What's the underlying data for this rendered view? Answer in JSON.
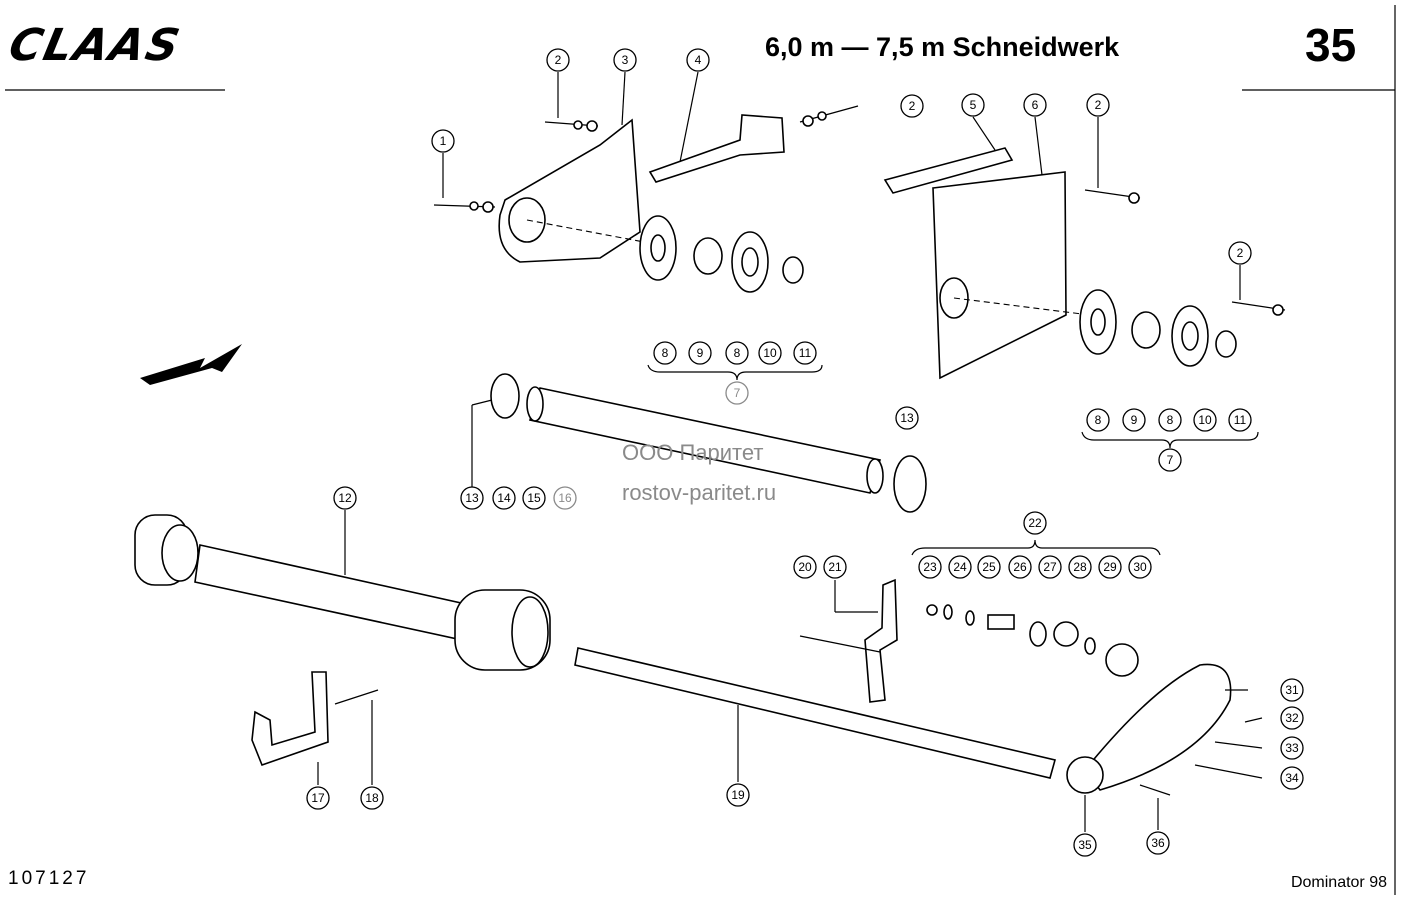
{
  "header": {
    "brand": "CLAAS",
    "title": "6,0 m — 7,5 m Schneidwerk",
    "page_number": "35"
  },
  "footer": {
    "drawing_number": "107127",
    "model": "Dominator 98"
  },
  "watermark": {
    "line1": "ООО Паритет",
    "line2": "rostov-paritet.ru"
  },
  "callouts": [
    {
      "id": "c1",
      "label": "1"
    },
    {
      "id": "c2a",
      "label": "2"
    },
    {
      "id": "c3",
      "label": "3"
    },
    {
      "id": "c4",
      "label": "4"
    },
    {
      "id": "c2b",
      "label": "2"
    },
    {
      "id": "c5",
      "label": "5"
    },
    {
      "id": "c6",
      "label": "6"
    },
    {
      "id": "c2c",
      "label": "2"
    },
    {
      "id": "c2d",
      "label": "2"
    },
    {
      "id": "c8a",
      "label": "8"
    },
    {
      "id": "c9a",
      "label": "9"
    },
    {
      "id": "c8b",
      "label": "8"
    },
    {
      "id": "c10a",
      "label": "10"
    },
    {
      "id": "c11a",
      "label": "11"
    },
    {
      "id": "c7a",
      "label": "7"
    },
    {
      "id": "c8c",
      "label": "8"
    },
    {
      "id": "c9b",
      "label": "9"
    },
    {
      "id": "c8d",
      "label": "8"
    },
    {
      "id": "c10b",
      "label": "10"
    },
    {
      "id": "c11b",
      "label": "11"
    },
    {
      "id": "c7b",
      "label": "7"
    },
    {
      "id": "c13a",
      "label": "13"
    },
    {
      "id": "c14",
      "label": "14"
    },
    {
      "id": "c15",
      "label": "15"
    },
    {
      "id": "c16",
      "label": "16"
    },
    {
      "id": "c13b",
      "label": "13"
    },
    {
      "id": "c12",
      "label": "12"
    },
    {
      "id": "c22",
      "label": "22"
    },
    {
      "id": "c20",
      "label": "20"
    },
    {
      "id": "c21",
      "label": "21"
    },
    {
      "id": "c23",
      "label": "23"
    },
    {
      "id": "c24",
      "label": "24"
    },
    {
      "id": "c25",
      "label": "25"
    },
    {
      "id": "c26",
      "label": "26"
    },
    {
      "id": "c27",
      "label": "27"
    },
    {
      "id": "c28",
      "label": "28"
    },
    {
      "id": "c29",
      "label": "29"
    },
    {
      "id": "c30",
      "label": "30"
    },
    {
      "id": "c31",
      "label": "31"
    },
    {
      "id": "c32",
      "label": "32"
    },
    {
      "id": "c33",
      "label": "33"
    },
    {
      "id": "c34",
      "label": "34"
    },
    {
      "id": "c17",
      "label": "17"
    },
    {
      "id": "c18",
      "label": "18"
    },
    {
      "id": "c19",
      "label": "19"
    },
    {
      "id": "c35",
      "label": "35"
    },
    {
      "id": "c36",
      "label": "36"
    }
  ]
}
